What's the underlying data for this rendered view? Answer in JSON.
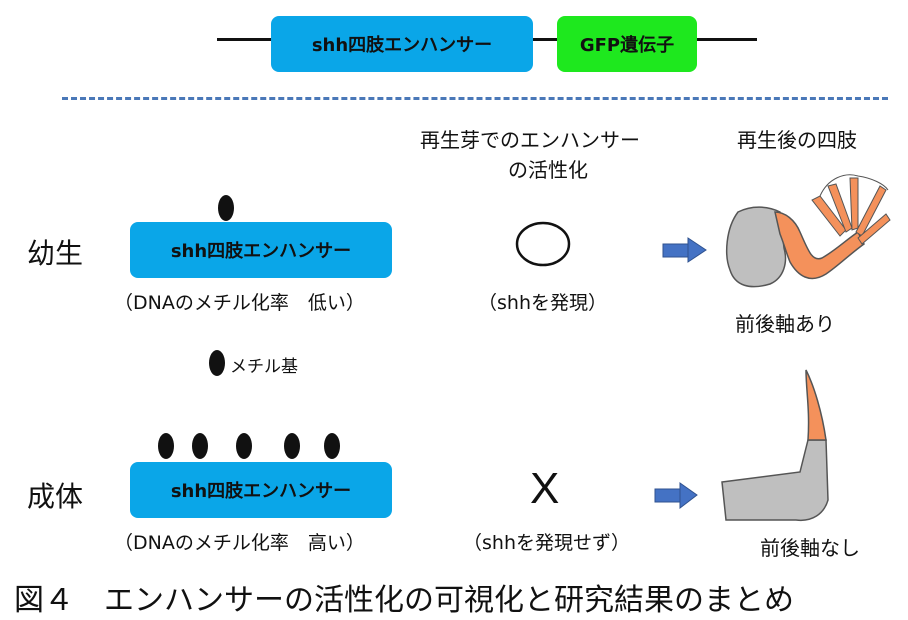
{
  "construct": {
    "enhancer_label": "shh四肢エンハンサー",
    "gfp_label": "GFP遺伝子"
  },
  "headers": {
    "activation_line1": "再生芽でのエンハンサー",
    "activation_line2": "の活性化",
    "limb": "再生後の四肢"
  },
  "juvenile": {
    "stage": "幼生",
    "enhancer_label": "shh四肢エンハンサー",
    "methylation_note": "（DNAのメチル化率　低い）",
    "result_symbol": "○",
    "expression": "（shhを発現）",
    "axis": "前後軸あり"
  },
  "legend": {
    "methyl_label": "メチル基"
  },
  "adult": {
    "stage": "成体",
    "enhancer_label": "shh四肢エンハンサー",
    "methylation_note": "（DNAのメチル化率　高い）",
    "result_symbol": "X",
    "expression": "（shhを発現せず）",
    "axis": "前後軸なし"
  },
  "caption": "図４　エンハンサーの活性化の可視化と研究結果のまとめ",
  "colors": {
    "enhancer": "#0aa6e8",
    "gfp": "#1ee81e",
    "arrow": "#4472c4",
    "limb_gray": "#bfbfbf",
    "limb_orange": "#f4915b"
  }
}
